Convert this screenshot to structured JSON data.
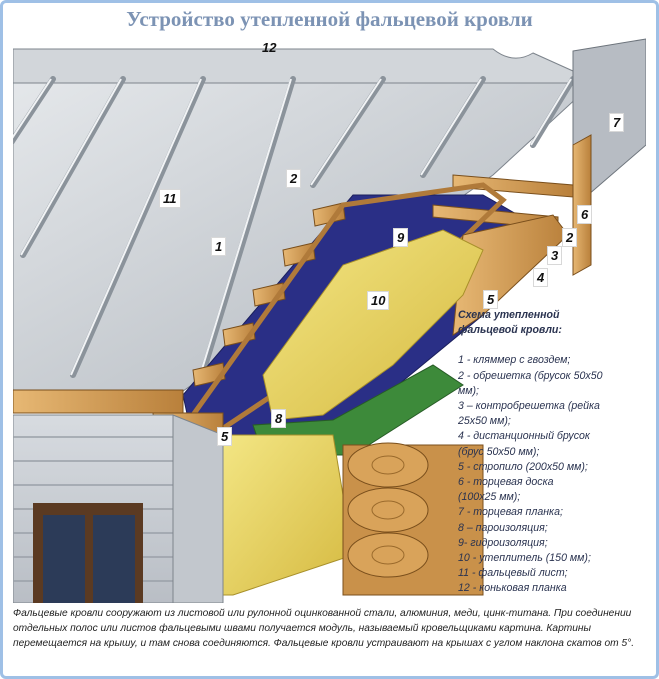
{
  "title": "Устройство утепленной фальцевой кровли",
  "labels": {
    "n1": "1",
    "n2": "2",
    "n3": "3",
    "n4": "4",
    "n5": "5",
    "n6": "6",
    "n7": "7",
    "n8": "8",
    "n9": "9",
    "n10": "10",
    "n11": "11",
    "n12": "12"
  },
  "legend": {
    "title_line1": "Схема утепленной",
    "title_line2": "фальцевой кровли:",
    "items": [
      "1 - кляммер с гвоздем;",
      "2 - обрешетка (брусок 50х50",
      "мм);",
      "3 – контробрешетка (рейка",
      "25х50 мм);",
      "4 - дистанционный брусок",
      "(брус 50х50 мм);",
      "5 - стропило (200х50 мм);",
      "6 - торцевая доска",
      "(100х25 мм);",
      "7 - торцевая планка;",
      "8 – пароизоляция;",
      "9- гидроизоляция;",
      "10 - утеплитель (150 мм);",
      "11 - фальцевый лист;",
      "12 - коньковая планка"
    ]
  },
  "caption": "Фальцевые кровли сооружают из листовой или рулонной оцинкованной стали, алюминия, меди, цинк-титана. При соединении отдельных полос или листов фальцевыми швами получается модуль, называемый кровельщиками картина. Картины перемещается на крышу, и там снова соединяются. Фальцевые кровли устраивают на крышах с углом наклона скатов от 5°.",
  "colors": {
    "title": "#7c93b4",
    "frame": "#9fc0e6",
    "metal": "#c6cbd1",
    "wood": "#d9a35a",
    "insulation": "#e9d85a",
    "membrane": "#2a2f86",
    "vapor": "#3d8a3a"
  }
}
